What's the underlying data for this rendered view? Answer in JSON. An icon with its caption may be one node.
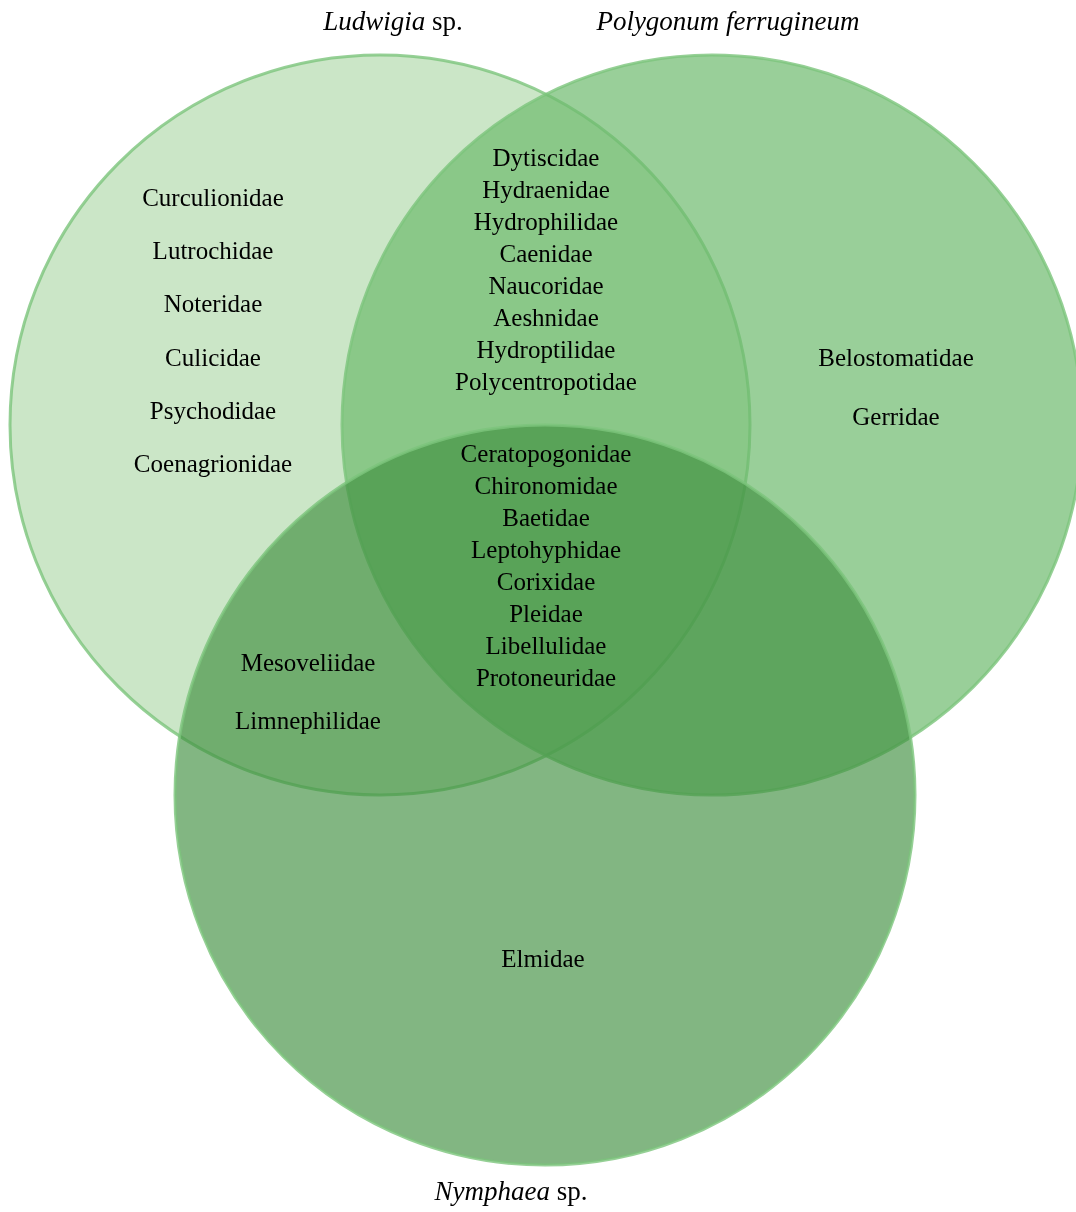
{
  "diagram": {
    "nodes": [
      {
        "text": [
          "*Ludwigia* sp."
        ]
      },
      {
        "text": [
          "Polygonum ferrugineum"
        ]
      },
      {
        "text": [
          "*Nymphaea* sp."
        ]
      }
    ],
    "labels": [
      "Curculionidae",
      "Lutrochidae",
      "Noteridae",
      "Culicidae",
      "Psychodidae",
      "Coenagrionidae",
      "Dytiscidae",
      "Hydraenidae",
      "Hydrophilidae",
      "Caenidae",
      "Naucoridae",
      "Aeshnidae",
      "Hydroptilidae",
      "Polycentropotidae",
      "Belostomatidae",
      "Gerridae",
      "Ceratopogonidae",
      "Chironomidae",
      "Baetidae",
      "Leptohyphidae",
      "Corixidae",
      "Pleidae",
      "Libellulidae",
      "Protoneuridae",
      "Mesoveliidae",
      "Limnephilidae",
      "Elmidae"
    ]
  }
}
